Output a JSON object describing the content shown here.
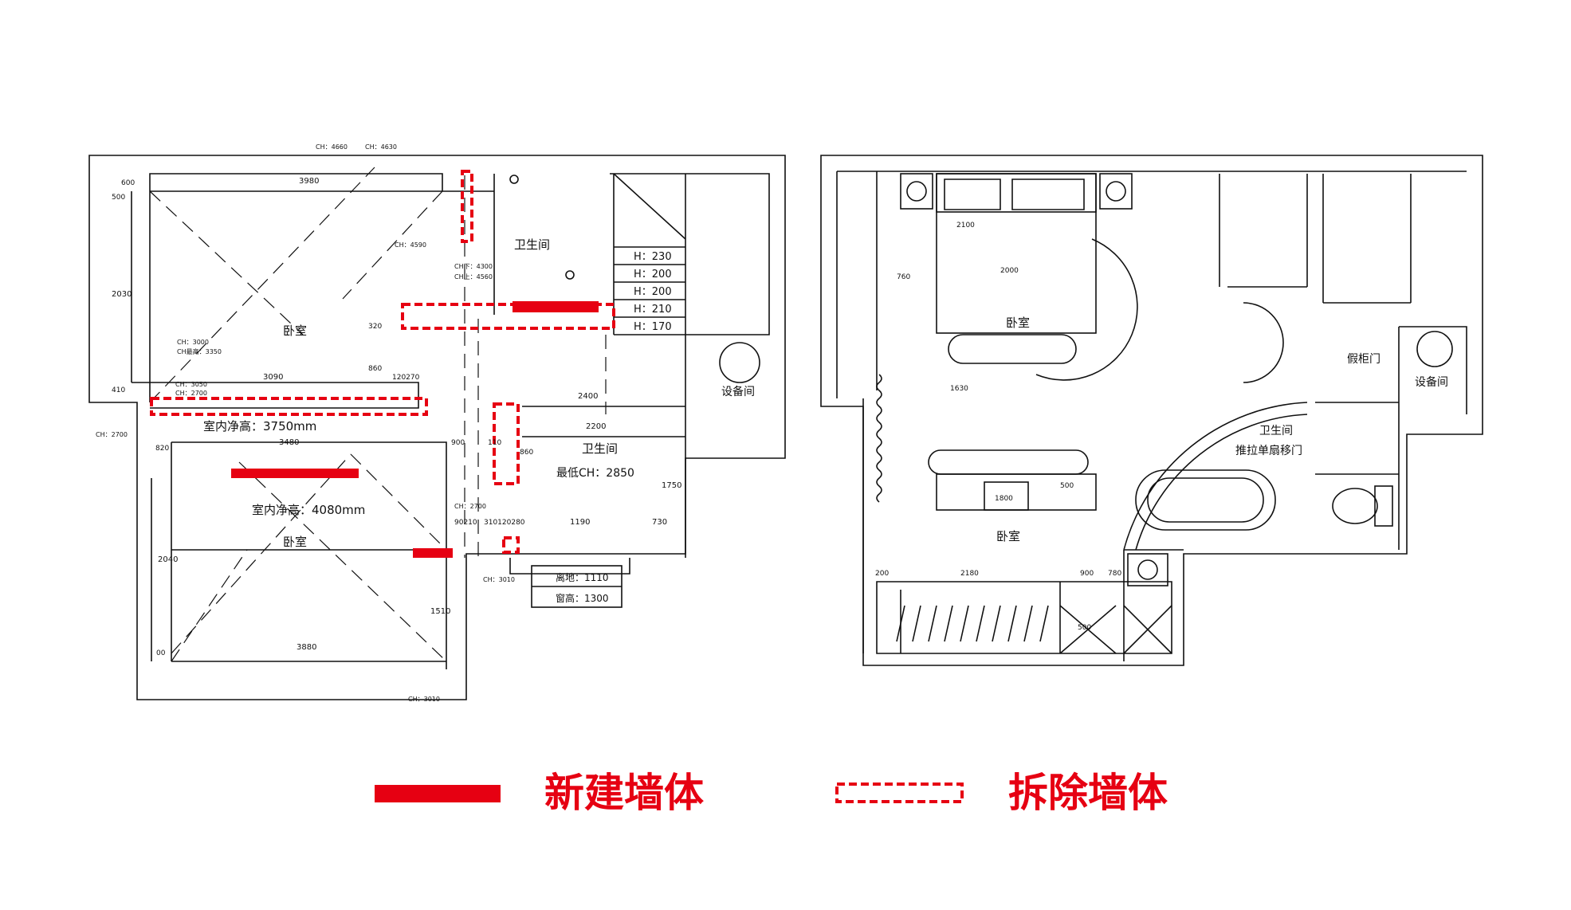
{
  "legend": {
    "new_wall_label": "新建墙体",
    "demolish_wall_label": "拆除墙体",
    "new_wall_color": "#e60012",
    "demolish_wall_color": "#e60012"
  },
  "existing_plan": {
    "rooms": {
      "bedroom_upper": "卧室",
      "bedroom_lower": "卧室",
      "bathroom_upper": "卫生间",
      "bathroom_right": "卫生间",
      "equipment_room": "设备间",
      "clear_height_upper": "室内净高：3750mm",
      "clear_height_lower": "室内净高：4080mm",
      "min_ch": "最低CH：2850"
    },
    "stairs": [
      "H：230",
      "H：200",
      "H：200",
      "H：210",
      "H：170"
    ],
    "ceiling_heights": {
      "ch_4660": "CH：4660",
      "ch_4630": "CH：4630",
      "ch_4590": "CH：4590",
      "ch_down_4300": "CH下：4300",
      "ch_up_4560": "CH上：4560",
      "ch_3000": "CH：3000",
      "ch_max_3350": "CH最高：3350",
      "ch_3050": "CH：3050",
      "ch_2700_a": "CH：2700",
      "ch_2700_b": "CH：2700",
      "ch_2700_c": "CH：2700",
      "ch_3010_a": "CH：3010",
      "ch_3010_b": "CH：3010"
    },
    "dimensions": {
      "d600": "600",
      "d500": "500",
      "d3980": "3980",
      "d2030": "2030",
      "d410": "410",
      "d320": "320",
      "d860": "860",
      "d120270": "120270",
      "d3090": "3090",
      "d2400": "2400",
      "d2200": "2200",
      "d820": "820",
      "d3480": "3480",
      "d900": "900",
      "d110": "110",
      "d860b": "860",
      "d1750": "1750",
      "d2040": "2040",
      "d90210": "90210",
      "d310120280": "310120280",
      "d1190": "1190",
      "d730": "730",
      "d1510": "1510",
      "d3880": "3880",
      "d00": "00"
    },
    "window_table": {
      "sill_height": "离地：1110",
      "window_height": "窗高：1300"
    }
  },
  "proposed_plan": {
    "rooms": {
      "bedroom_upper": "卧室",
      "bedroom_lower": "卧室",
      "bathroom": "卫生间",
      "sliding_door": "推拉单扇移门",
      "hidden_door": "假柜门",
      "equipment_room": "设备间"
    },
    "dimensions": {
      "d760": "760",
      "d2100": "2100",
      "d2000": "2000",
      "d1630": "1630",
      "d1800": "1800",
      "d500": "500",
      "d200": "200",
      "d2180": "2180",
      "d900": "900",
      "d780": "780",
      "d500b": "500"
    }
  }
}
